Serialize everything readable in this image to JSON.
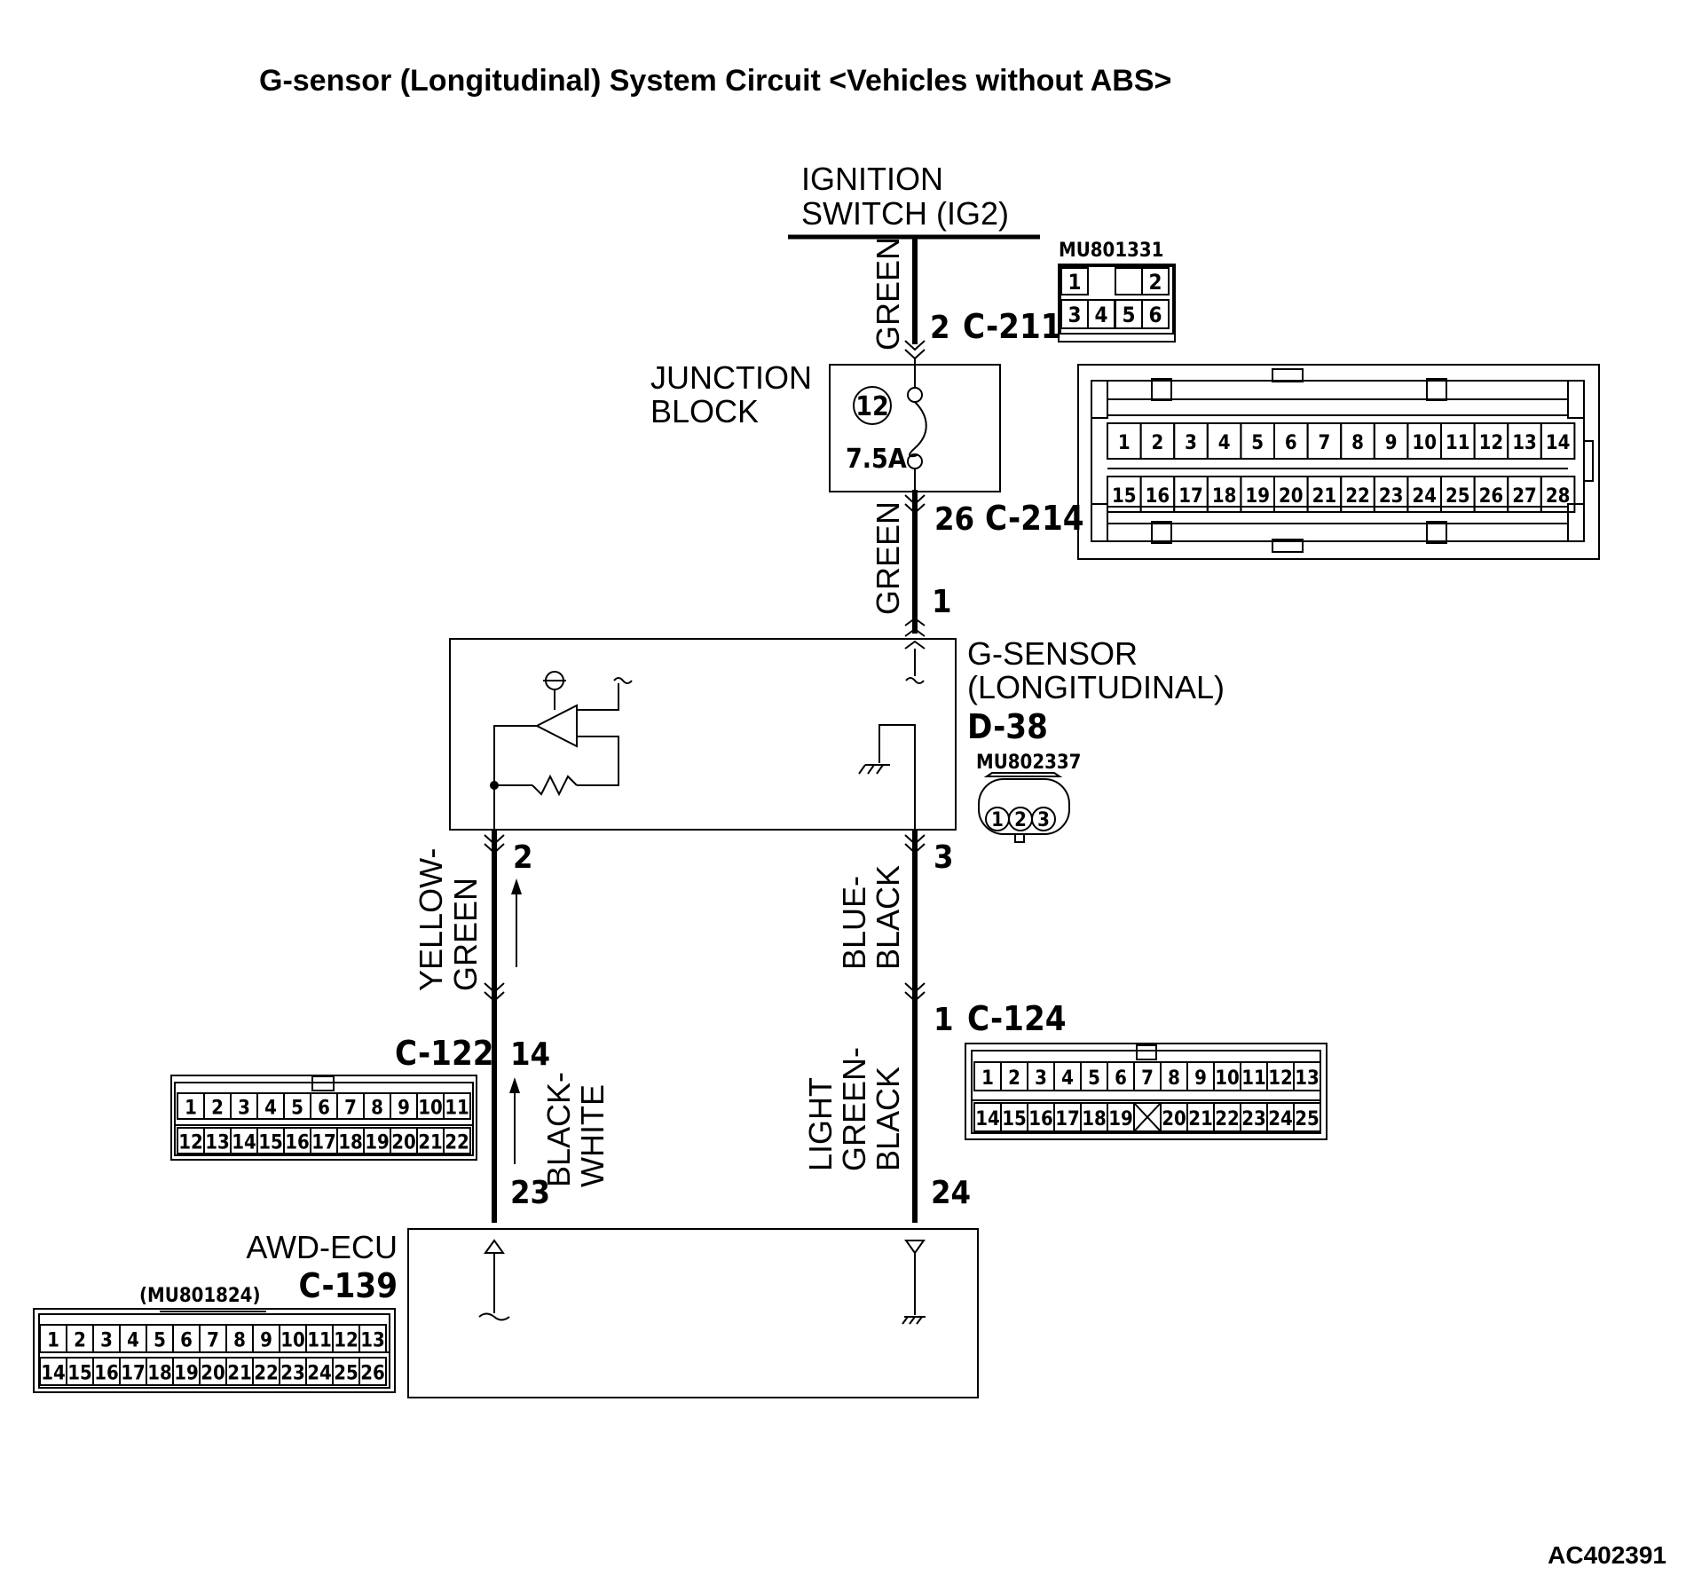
{
  "title": "G-sensor (Longitudinal) System Circuit <Vehicles without ABS>",
  "figure_code": "AC402391",
  "ignition": {
    "line1": "IGNITION",
    "line2": "SWITCH (IG2)"
  },
  "junction_block": {
    "line1": "JUNCTION",
    "line2": "BLOCK",
    "fuse_number": "12",
    "fuse_rating": "7.5A"
  },
  "g_sensor": {
    "line1": "G-SENSOR",
    "line2": "(LONGITUDINAL)",
    "connector": "D-38",
    "part_number": "MU802337",
    "pins": [
      "1",
      "2",
      "3"
    ]
  },
  "ecu": {
    "name": "AWD-ECU",
    "connector": "C-139",
    "part_number": "(MU801824)"
  },
  "wires": {
    "top": "GREEN",
    "middle": "GREEN",
    "left_upper_1": "YELLOW-",
    "left_upper_2": "GREEN",
    "left_lower_1": "BLACK-",
    "left_lower_2": "WHITE",
    "right_upper_1": "BLUE-",
    "right_upper_2": "BLACK",
    "right_lower_1": "LIGHT",
    "right_lower_2": "GREEN-",
    "right_lower_3": "BLACK"
  },
  "pins": {
    "c211_pin": "2",
    "c211": "C-211",
    "c214_pin": "26",
    "c214": "C-214",
    "sensor_pin1": "1",
    "sensor_pin2": "2",
    "sensor_pin3": "3",
    "c122": "C-122",
    "c122_pin": "14",
    "c124_pin": "1",
    "c124": "C-124",
    "ecu_pin23": "23",
    "ecu_pin24": "24"
  },
  "connectors": {
    "c211": {
      "part_number": "MU801331",
      "row1": [
        "1",
        "",
        "2"
      ],
      "row2": [
        "3",
        "4",
        "5",
        "6"
      ]
    },
    "c214": {
      "row1": [
        "1",
        "2",
        "3",
        "4",
        "5",
        "6",
        "7",
        "8",
        "9",
        "10",
        "11",
        "12",
        "13",
        "14"
      ],
      "row2": [
        "15",
        "16",
        "17",
        "18",
        "19",
        "20",
        "21",
        "22",
        "23",
        "24",
        "25",
        "26",
        "27",
        "28"
      ]
    },
    "c124": {
      "row1": [
        "1",
        "2",
        "3",
        "4",
        "5",
        "6",
        "7",
        "8",
        "9",
        "10",
        "11",
        "12",
        "13"
      ],
      "row2": [
        "14",
        "15",
        "16",
        "17",
        "18",
        "19",
        "",
        "20",
        "21",
        "22",
        "23",
        "24",
        "25"
      ]
    },
    "c122": {
      "row1": [
        "1",
        "2",
        "3",
        "4",
        "5",
        "6",
        "7",
        "8",
        "9",
        "10",
        "11"
      ],
      "row2": [
        "12",
        "13",
        "14",
        "15",
        "16",
        "17",
        "18",
        "19",
        "20",
        "21",
        "22"
      ]
    },
    "c139": {
      "row1": [
        "1",
        "2",
        "3",
        "4",
        "5",
        "6",
        "7",
        "8",
        "9",
        "10",
        "11",
        "12",
        "13"
      ],
      "row2": [
        "14",
        "15",
        "16",
        "17",
        "18",
        "19",
        "20",
        "21",
        "22",
        "23",
        "24",
        "25",
        "26"
      ]
    }
  }
}
